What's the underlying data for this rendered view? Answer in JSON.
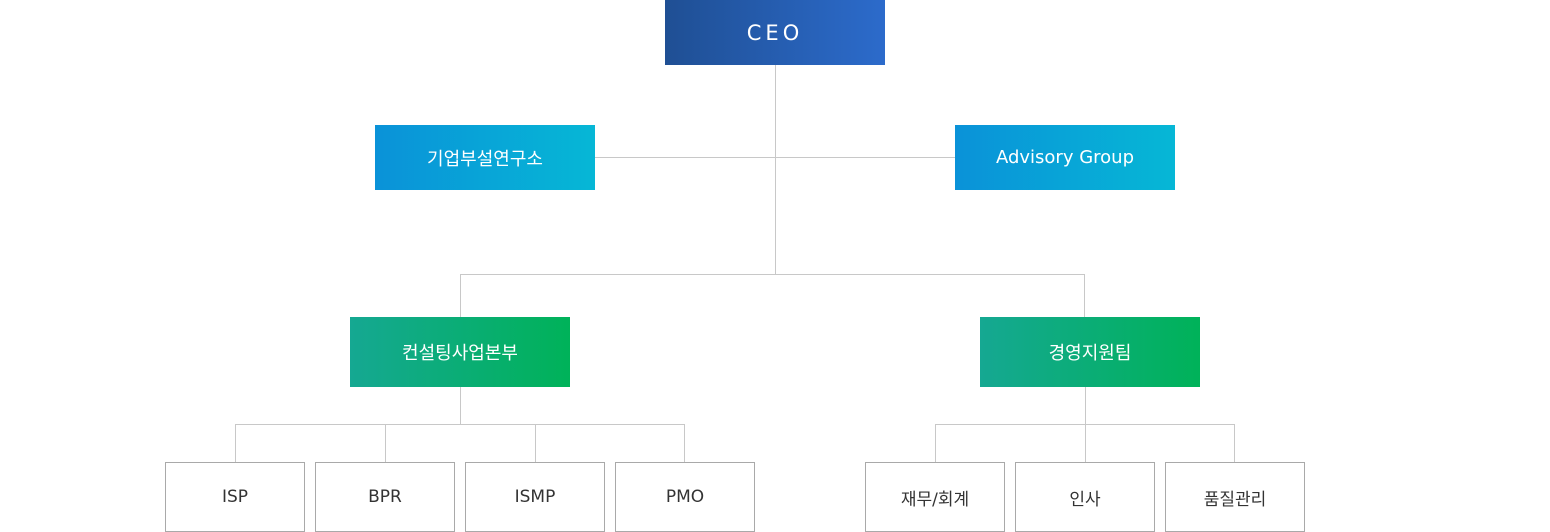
{
  "org_chart": {
    "ceo": "CEO",
    "research_lab": "기업부설연구소",
    "advisory_group": "Advisory Group",
    "consulting_division": "컨설팅사업본부",
    "consulting_units": [
      "ISP",
      "BPR",
      "ISMP",
      "PMO"
    ],
    "management_support": "경영지원팀",
    "support_units": [
      "재무/회계",
      "인사",
      "품질관리"
    ]
  },
  "colors": {
    "ceo_gradient": [
      "#1f4f94",
      "#2c6bcb"
    ],
    "advisory_gradient": [
      "#0a92d8",
      "#06b7d6"
    ],
    "division_gradient": [
      "#15a892",
      "#00b259"
    ],
    "connector_line": "#c8c8c8",
    "leaf_border": "#a9a9a9"
  }
}
